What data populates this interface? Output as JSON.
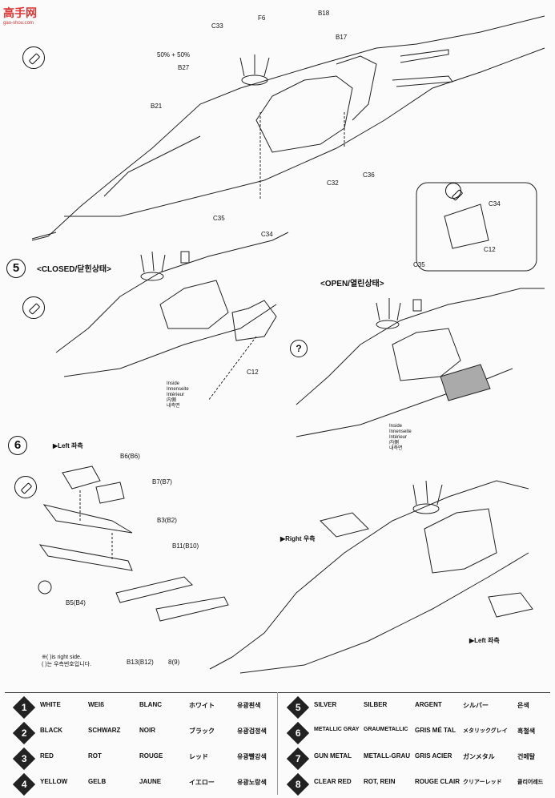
{
  "watermark": {
    "brand": "高手网",
    "url": "gao-shou.com"
  },
  "steps": {
    "five": "5",
    "six": "6"
  },
  "states": {
    "closed": "<CLOSED/닫힌상태>",
    "open": "<OPEN/열린상태>"
  },
  "inside_label": [
    "Inside",
    "Innenseite",
    "Intérieur",
    "内側",
    "내측면"
  ],
  "sides": {
    "left1": "▶Left 좌측",
    "right": "▶Right 우측",
    "left2": "▶Left 좌측"
  },
  "mix_note": {
    "a": "50%",
    "b": "50%"
  },
  "parts": {
    "c33": "C33",
    "f6": "F6",
    "b18": "B18",
    "b17": "B17",
    "b27": "B27",
    "b21": "B21",
    "c32": "C32",
    "c36": "C36",
    "c35a": "C35",
    "c34a": "C34",
    "c12a": "C12",
    "c34b": "C34",
    "c12b": "C12",
    "c35b": "C35",
    "b6": "B6(B6)",
    "b7": "B7(B7)",
    "b3": "B3(B2)",
    "b11": "B11(B10)",
    "b5": "B5(B4)",
    "b13": "B13(B12)",
    "b8": "8(9)"
  },
  "right_note": [
    "※( )is right side.",
    "( )는 우측번호입니다."
  ],
  "legend": [
    {
      "n": "1",
      "en": "WHITE",
      "de": "WEIß",
      "fr": "BLANC",
      "jp": "ホワイト",
      "kr": "유광흰색"
    },
    {
      "n": "2",
      "en": "BLACK",
      "de": "SCHWARZ",
      "fr": "NOIR",
      "jp": "ブラック",
      "kr": "유광검정색"
    },
    {
      "n": "3",
      "en": "RED",
      "de": "ROT",
      "fr": "ROUGE",
      "jp": "レッド",
      "kr": "유광빨강색"
    },
    {
      "n": "4",
      "en": "YELLOW",
      "de": "GELB",
      "fr": "JAUNE",
      "jp": "イエロー",
      "kr": "유광노랑색"
    },
    {
      "n": "5",
      "en": "SILVER",
      "de": "SILBER",
      "fr": "ARGENT",
      "jp": "シルバー",
      "kr": "은색"
    },
    {
      "n": "6",
      "en": "METALLIC GRAY",
      "de": "GRAUMETALLIC",
      "fr": "GRIS MÉ TAL",
      "jp": "メタリックグレイ",
      "kr": "흑철색"
    },
    {
      "n": "7",
      "en": "GUN METAL",
      "de": "METALL-GRAU",
      "fr": "GRIS ACIER",
      "jp": "ガンメタル",
      "kr": "건메탈"
    },
    {
      "n": "8",
      "en": "CLEAR RED",
      "de": "ROT, REIN",
      "fr": "ROUGE CLAIR",
      "jp": "クリアーレッド",
      "kr": "클리어레드"
    }
  ]
}
